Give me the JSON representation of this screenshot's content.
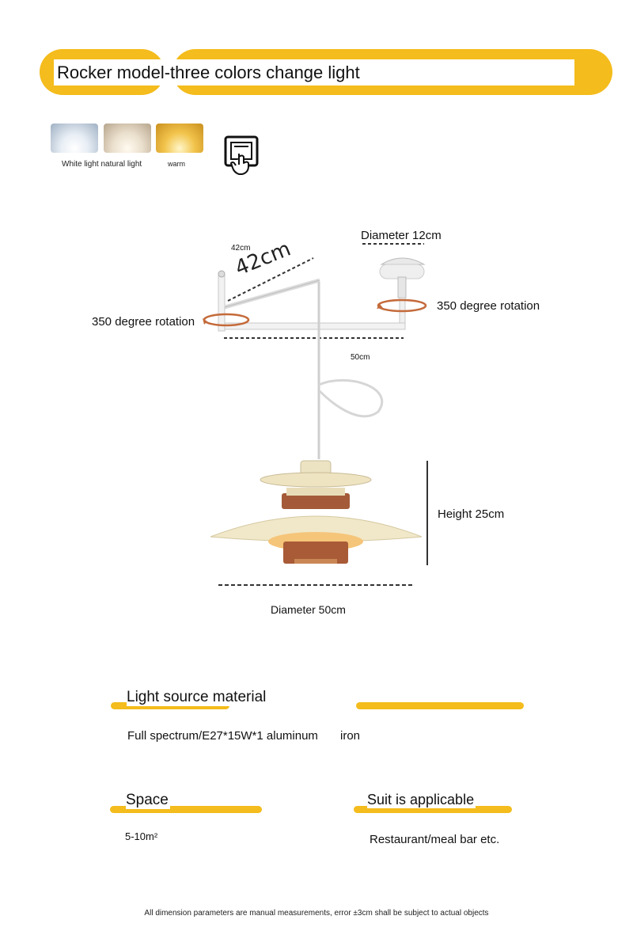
{
  "header": {
    "title": "Rocker model-three colors change light"
  },
  "colors": {
    "accent": "#f4bc1c",
    "rotation_arrow": "#c46a3a"
  },
  "swatches": {
    "white_natural_label": "White light natural light",
    "warm_label": "warm"
  },
  "dimensions": {
    "arm_length_small": "42cm",
    "arm_length_handwritten": "42cm",
    "ceiling_diameter": "Diameter 12cm",
    "rotation_right": "350 degree rotation",
    "rotation_left": "350 degree rotation",
    "arm_span": "50cm",
    "height": "Height 25cm",
    "shade_diameter": "Diameter 50cm"
  },
  "specs": {
    "light_source": {
      "title": "Light source material",
      "value_source": "Full spectrum/E27*15W*1 aluminum",
      "value_material": "iron"
    },
    "space": {
      "title": "Space",
      "value": "5-10m²"
    },
    "suit": {
      "title": "Suit is applicable",
      "value": "Restaurant/meal bar etc."
    }
  },
  "footnote": "All dimension parameters are manual measurements, error ±3cm shall be subject to actual objects"
}
